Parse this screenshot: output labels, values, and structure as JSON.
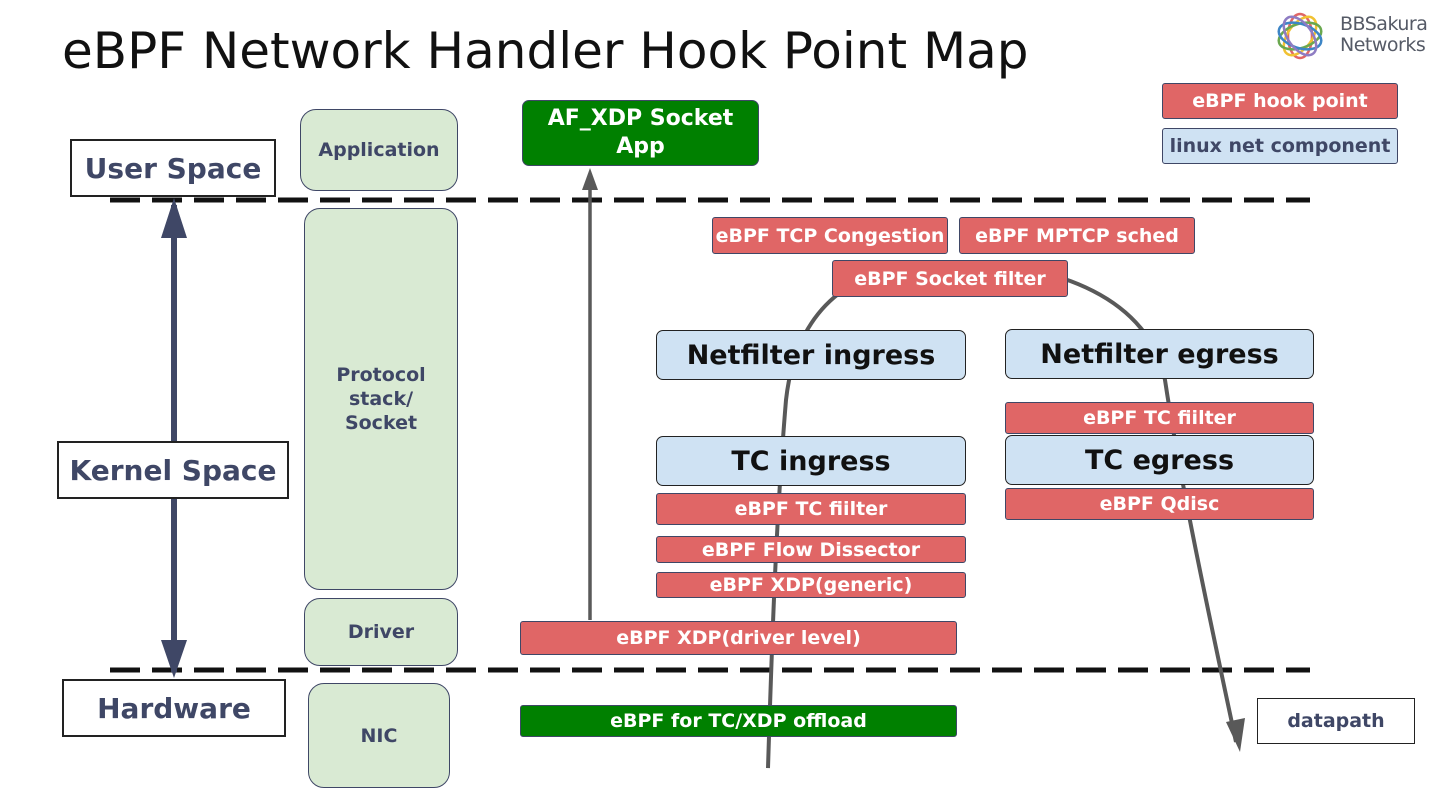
{
  "title": "eBPF Network Handler Hook Point Map",
  "logo": {
    "line1": "BBSakura",
    "line2": "Networks",
    "icon": "bbsakura-flower-icon"
  },
  "legend": {
    "hook_label": "eBPF hook point",
    "net_label": "linux net component"
  },
  "layers": {
    "user": "User Space",
    "kernel": "Kernel Space",
    "hardware": "Hardware"
  },
  "components": {
    "application": "Application",
    "protocol_stack": "Protocol stack/ Socket",
    "driver": "Driver",
    "nic": "NIC"
  },
  "af_xdp": "AF_XDP Socket App",
  "hooks": {
    "tcp_congestion": "eBPF TCP Congestion",
    "mptcp_sched": "eBPF MPTCP sched",
    "socket_filter": "eBPF Socket filter",
    "tc_filter_egress": "eBPF TC fiilter",
    "qdisc": "eBPF Qdisc",
    "tc_filter_ingress": "eBPF TC fiilter",
    "flow_dissector": "eBPF Flow Dissector",
    "xdp_generic": "eBPF XDP(generic)",
    "xdp_driver": "eBPF XDP(driver level)",
    "offload": "eBPF for TC/XDP offload"
  },
  "net_components": {
    "netfilter_ingress": "Netfilter ingress",
    "netfilter_egress": "Netfilter egress",
    "tc_ingress": "TC ingress",
    "tc_egress": "TC egress"
  },
  "datapath": "datapath",
  "colors": {
    "hook": "#e06666",
    "net": "#cfe2f3",
    "component": "#d9ead3",
    "offload": "#008000",
    "text_dark": "#3f4766"
  }
}
